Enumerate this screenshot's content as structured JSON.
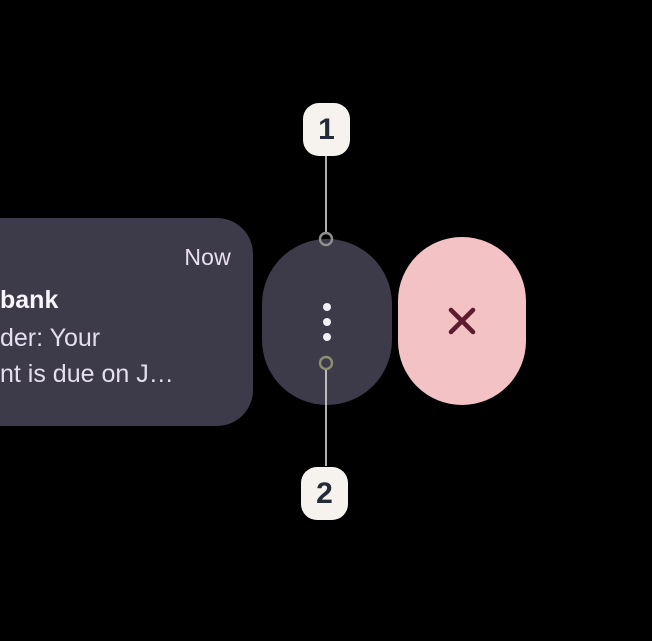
{
  "notification": {
    "timestamp": "Now",
    "title": "bank",
    "body_line1": "der: Your",
    "body_line2": "nt is due on J…"
  },
  "callouts": [
    {
      "label": "1"
    },
    {
      "label": "2"
    }
  ],
  "icons": {
    "more_options": "kebab-three-dots",
    "dismiss": "x-cross"
  },
  "colors": {
    "background": "#000000",
    "card": "#3d3a49",
    "dismiss_pill": "#f2c2c5",
    "x_mark": "#5c1c2e",
    "badge_bg": "#f6f3ee",
    "badge_text": "#252a39",
    "text_primary": "#f8f5fd",
    "text_secondary": "#e4def0",
    "connector_line": "#dddddd",
    "connector_ring_top": "#8f8f8f",
    "connector_ring_bottom": "#8d8d6f"
  }
}
